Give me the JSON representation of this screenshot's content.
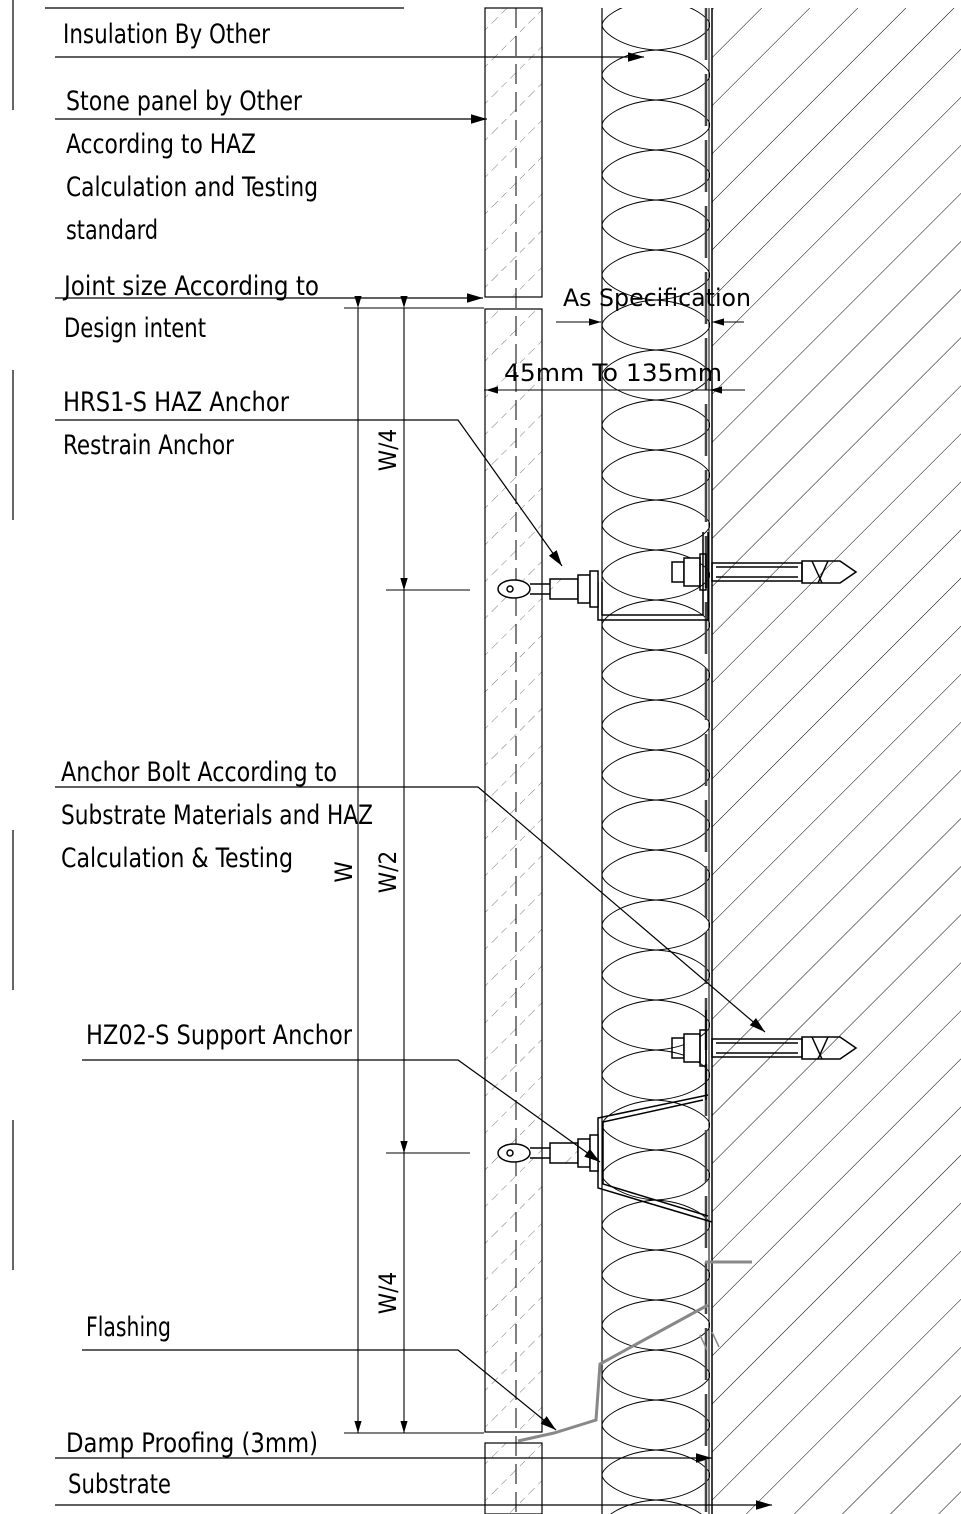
{
  "labels": {
    "insulation": "Insulation By Other",
    "stone1": "Stone panel by Other",
    "stone2": "According to HAZ",
    "stone3": "Calculation and Testing",
    "stone4": "standard",
    "joint1": "Joint size According to",
    "joint2": "Design intent",
    "hrs1": "HRS1-S HAZ Anchor",
    "hrs2": "Restrain Anchor",
    "bolt1": "Anchor Bolt According to",
    "bolt2": "Substrate Materials and HAZ",
    "bolt3": "Calculation & Testing",
    "hz1": "HZ02-S Support Anchor",
    "flashing": "Flashing",
    "damp": "Damp Proofing (3mm)",
    "substrate": "Substrate"
  },
  "dimensions": {
    "spec": "As Specification",
    "cavity": "45mm To 135mm",
    "w": "W",
    "w4_top": "W/4",
    "w2": "W/2",
    "w4_bottom": "W/4"
  },
  "colors": {
    "line": "#000000",
    "flashing": "#888888"
  }
}
